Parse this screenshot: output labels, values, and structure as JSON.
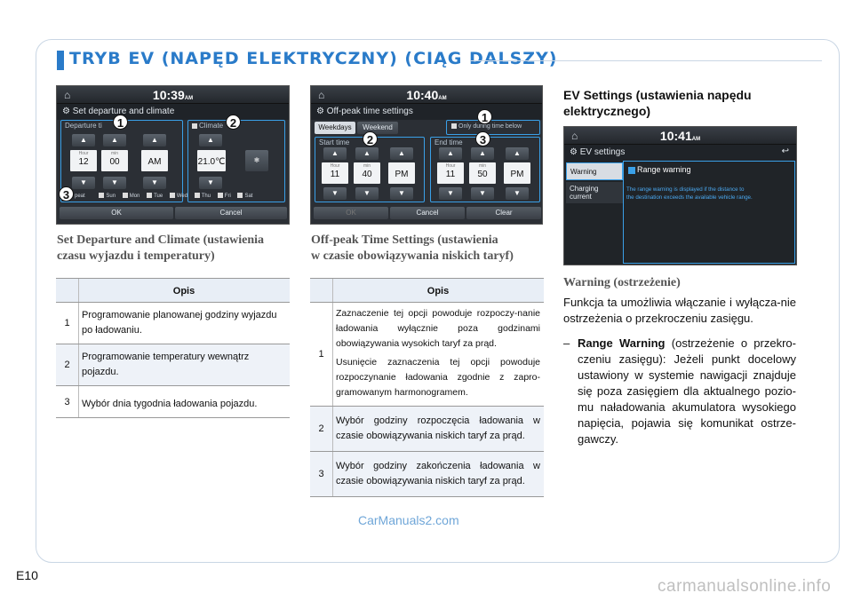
{
  "section": {
    "title": "TRYB EV (NAPĘD ELEKTRYCZNY) (CIĄG DALSZY)"
  },
  "screen1": {
    "time": "10:39",
    "ampm": "AM",
    "subtitle": "Set departure and climate",
    "departure_label": "Departure ti",
    "climate_label": "Climate",
    "hour_cap": "Hour",
    "min_cap": "min",
    "hour": "12",
    "min": "00",
    "ampm_val": "AM",
    "temp": "21.0℃",
    "repeat": "peat",
    "days": [
      "Sun",
      "Mon",
      "Tue",
      "Wed",
      "Thu",
      "Fri",
      "Sat"
    ],
    "ok": "OK",
    "cancel": "Cancel"
  },
  "screen2": {
    "time": "10:40",
    "ampm": "AM",
    "subtitle": "Off-peak time settings",
    "tab_weekdays": "Weekdays",
    "tab_weekend": "Weekend",
    "only_during": "Only during time below",
    "start_label": "Start time",
    "end_label": "End time",
    "hour_cap": "Hour",
    "min_cap": "min",
    "start_hour": "11",
    "start_min": "40",
    "start_ampm": "PM",
    "end_hour": "11",
    "end_min": "50",
    "end_ampm": "PM",
    "ok": "OK",
    "cancel": "Cancel",
    "clear": "Clear"
  },
  "screen3": {
    "time": "10:41",
    "ampm": "AM",
    "subtitle": "EV settings",
    "menu_warning": "Warning",
    "menu_charging_1": "Charging",
    "menu_charging_2": "current",
    "range_warning": "Range warning",
    "desc_1": "The range warning is displayed if the distance to",
    "desc_2": "the destination exceeds the available vehicle range."
  },
  "badges": {
    "b1": "1",
    "b2": "2",
    "b3": "3"
  },
  "captions": {
    "c1_line1": "Set Departure and Climate (ustawienia",
    "c1_line2": "czasu wyjazdu i temperatury)",
    "c2_line1": "Off-peak Time Settings (ustawienia",
    "c2_line2": "w czasie obowiązywania niskich taryf)",
    "c3_line1": "EV Settings (ustawienia napędu",
    "c3_line2": "elektrycznego)",
    "c4": "Warning (ostrzeżenie)"
  },
  "table1": {
    "header": "Opis",
    "rows": [
      {
        "num": "1",
        "text": "Programowanie planowanej godziny wyjazdu po ładowaniu."
      },
      {
        "num": "2",
        "text": "Programowanie temperatury wewnątrz pojazdu."
      },
      {
        "num": "3",
        "text": "Wybór dnia tygodnia ładowania pojazdu."
      }
    ]
  },
  "table2": {
    "header": "Opis",
    "rows": [
      {
        "num": "1",
        "text": "Zaznaczenie tej opcji powoduje rozpoczy-nanie ładowania wyłącznie poza godzinami obowiązywania wysokich taryf za prąd.",
        "text2": "Usunięcie zaznaczenia tej opcji powoduje rozpoczynanie ładowania zgodnie z zapro-gramowanym harmonogramem."
      },
      {
        "num": "2",
        "text": "Wybór godziny rozpoczęcia ładowania w czasie obowiązywania niskich taryf za prąd."
      },
      {
        "num": "3",
        "text": "Wybór godziny zakończenia ładowania w czasie obowiązywania niskich taryf za prąd."
      }
    ]
  },
  "right": {
    "para1": "Funkcja ta umożliwia włączanie i wyłącza-nie ostrzeżenia o przekroczeniu zasięgu.",
    "dash": "–",
    "bullet_bold": "Range Warning",
    "bullet_rest": " (ostrzeżenie o przekro-czeniu zasięgu): Jeżeli punkt docelowy ustawiony w systemie nawigacji znajduje się poza zasięgiem dla aktualnego pozio-mu naładowania akumulatora wysokiego napięcia, pojawia się komunikat ostrze-gawczy."
  },
  "page_number": "E10",
  "watermark_small": "CarManuals2.com",
  "watermark_footer": "carmanualsonline.info"
}
